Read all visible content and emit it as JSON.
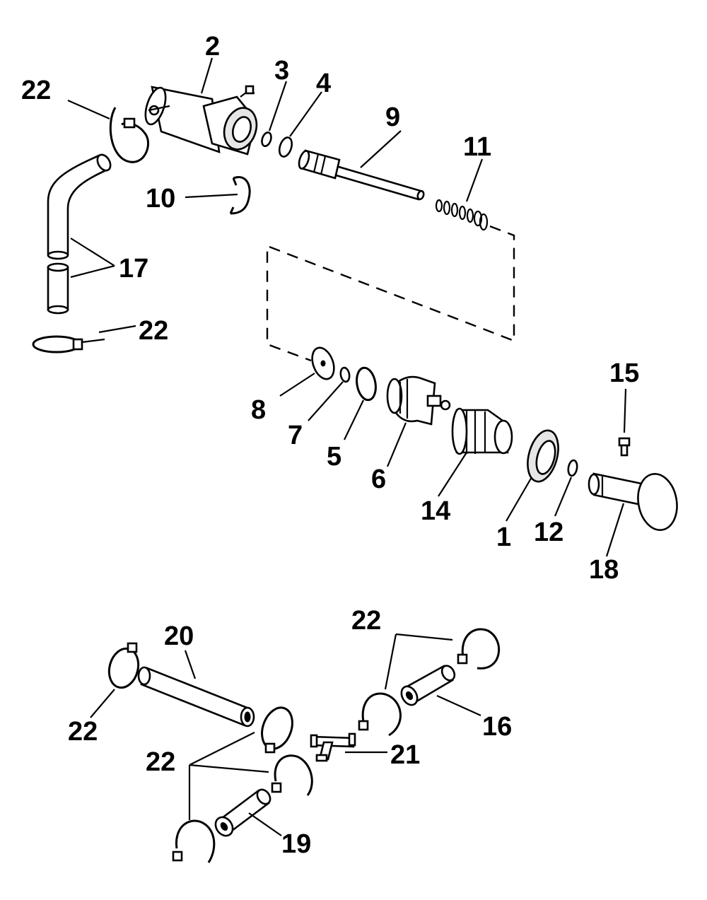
{
  "callouts": {
    "c1": "1",
    "c2": "2",
    "c3": "3",
    "c4": "4",
    "c5": "5",
    "c6": "6",
    "c7": "7",
    "c8": "8",
    "c9": "9",
    "c10": "10",
    "c11": "11",
    "c12": "12",
    "c14": "14",
    "c15": "15",
    "c16": "16",
    "c17": "17",
    "c18": "18",
    "c19": "19",
    "c20": "20",
    "c21": "21",
    "c22a": "22",
    "c22b": "22",
    "c22c": "22",
    "c22d": "22",
    "c22e": "22"
  },
  "colors": {
    "line": "#000000",
    "background": "#ffffff"
  }
}
